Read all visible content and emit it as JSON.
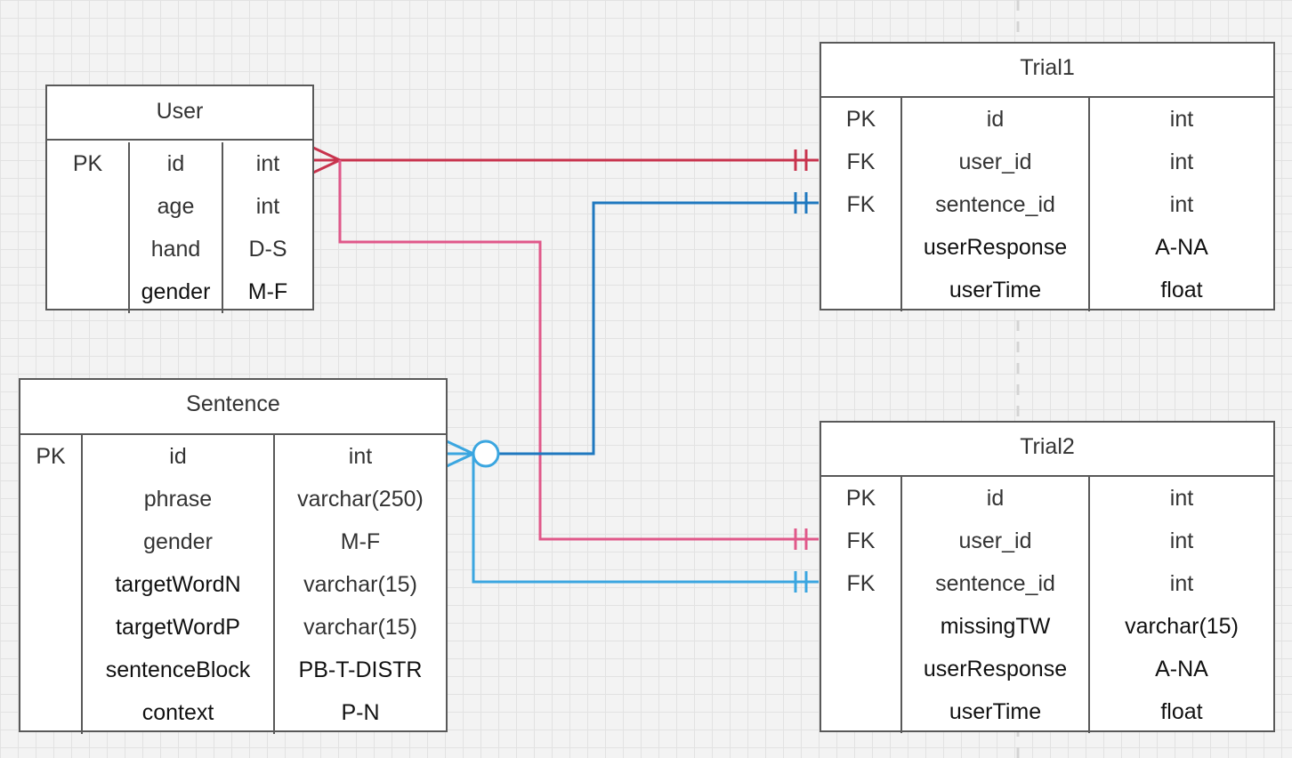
{
  "entities": {
    "user": {
      "title": "User",
      "rows": [
        {
          "key": "PK",
          "name": "id",
          "type": "int"
        },
        {
          "key": "",
          "name": "age",
          "type": "int"
        },
        {
          "key": "",
          "name": "hand",
          "type": "D-S"
        },
        {
          "key": "",
          "name": "gender",
          "type": "M-F"
        }
      ]
    },
    "sentence": {
      "title": "Sentence",
      "rows": [
        {
          "key": "PK",
          "name": "id",
          "type": "int"
        },
        {
          "key": "",
          "name": "phrase",
          "type": "varchar(250)"
        },
        {
          "key": "",
          "name": "gender",
          "type": "M-F"
        },
        {
          "key": "",
          "name": "targetWordN",
          "type": "varchar(15)"
        },
        {
          "key": "",
          "name": "targetWordP",
          "type": "varchar(15)"
        },
        {
          "key": "",
          "name": "sentenceBlock",
          "type": "PB-T-DISTR"
        },
        {
          "key": "",
          "name": "context",
          "type": "P-N"
        }
      ]
    },
    "trial1": {
      "title": "Trial1",
      "rows": [
        {
          "key": "PK",
          "name": "id",
          "type": "int"
        },
        {
          "key": "FK",
          "name": "user_id",
          "type": "int"
        },
        {
          "key": "FK",
          "name": "sentence_id",
          "type": "int"
        },
        {
          "key": "",
          "name": "userResponse",
          "type": "A-NA"
        },
        {
          "key": "",
          "name": "userTime",
          "type": "float"
        }
      ]
    },
    "trial2": {
      "title": "Trial2",
      "rows": [
        {
          "key": "PK",
          "name": "id",
          "type": "int"
        },
        {
          "key": "FK",
          "name": "user_id",
          "type": "int"
        },
        {
          "key": "FK",
          "name": "sentence_id",
          "type": "int"
        },
        {
          "key": "",
          "name": "missingTW",
          "type": "varchar(15)"
        },
        {
          "key": "",
          "name": "userResponse",
          "type": "A-NA"
        },
        {
          "key": "",
          "name": "userTime",
          "type": "float"
        }
      ]
    }
  },
  "relationships": [
    {
      "from": "User.id",
      "to": "Trial1.user_id",
      "from_cardinality": "many",
      "to_cardinality": "one-and-only-one",
      "color": "#c8334d"
    },
    {
      "from": "User.id",
      "to": "Trial2.user_id",
      "from_cardinality": "many",
      "to_cardinality": "one-and-only-one",
      "color": "#e0588a"
    },
    {
      "from": "Sentence.id",
      "to": "Trial1.sentence_id",
      "from_cardinality": "zero-or-many",
      "to_cardinality": "one-and-only-one",
      "color": "#1f78bf"
    },
    {
      "from": "Sentence.id",
      "to": "Trial2.sentence_id",
      "from_cardinality": "zero-or-many",
      "to_cardinality": "one-and-only-one",
      "color": "#3ba6e0"
    }
  ],
  "colors": {
    "border": "#595959",
    "text": "#333333",
    "grid": "#e2e2e2",
    "background": "#f3f3f3"
  }
}
